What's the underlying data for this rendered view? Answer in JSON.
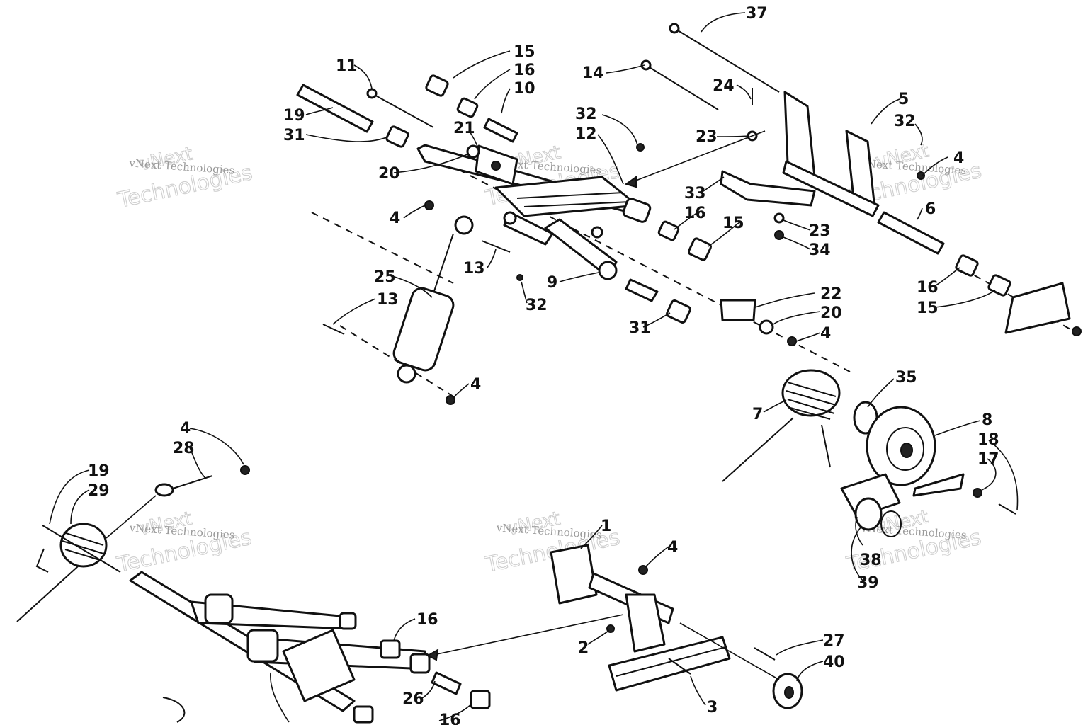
{
  "watermark": {
    "brand_line": "vNext",
    "company_line": "Technologies",
    "full": "vNext Technologies"
  },
  "callouts": [
    "1",
    "2",
    "3",
    "4",
    "5",
    "6",
    "7",
    "8",
    "9",
    "10",
    "11",
    "12",
    "13",
    "14",
    "15",
    "16",
    "17",
    "18",
    "19",
    "20",
    "21",
    "22",
    "23",
    "24",
    "25",
    "26",
    "27",
    "28",
    "29",
    "31",
    "32",
    "33",
    "34",
    "35",
    "37",
    "38",
    "39",
    "40"
  ],
  "colors": {
    "line": "#111111",
    "background": "#ffffff",
    "watermark": "#cfcfcf"
  }
}
